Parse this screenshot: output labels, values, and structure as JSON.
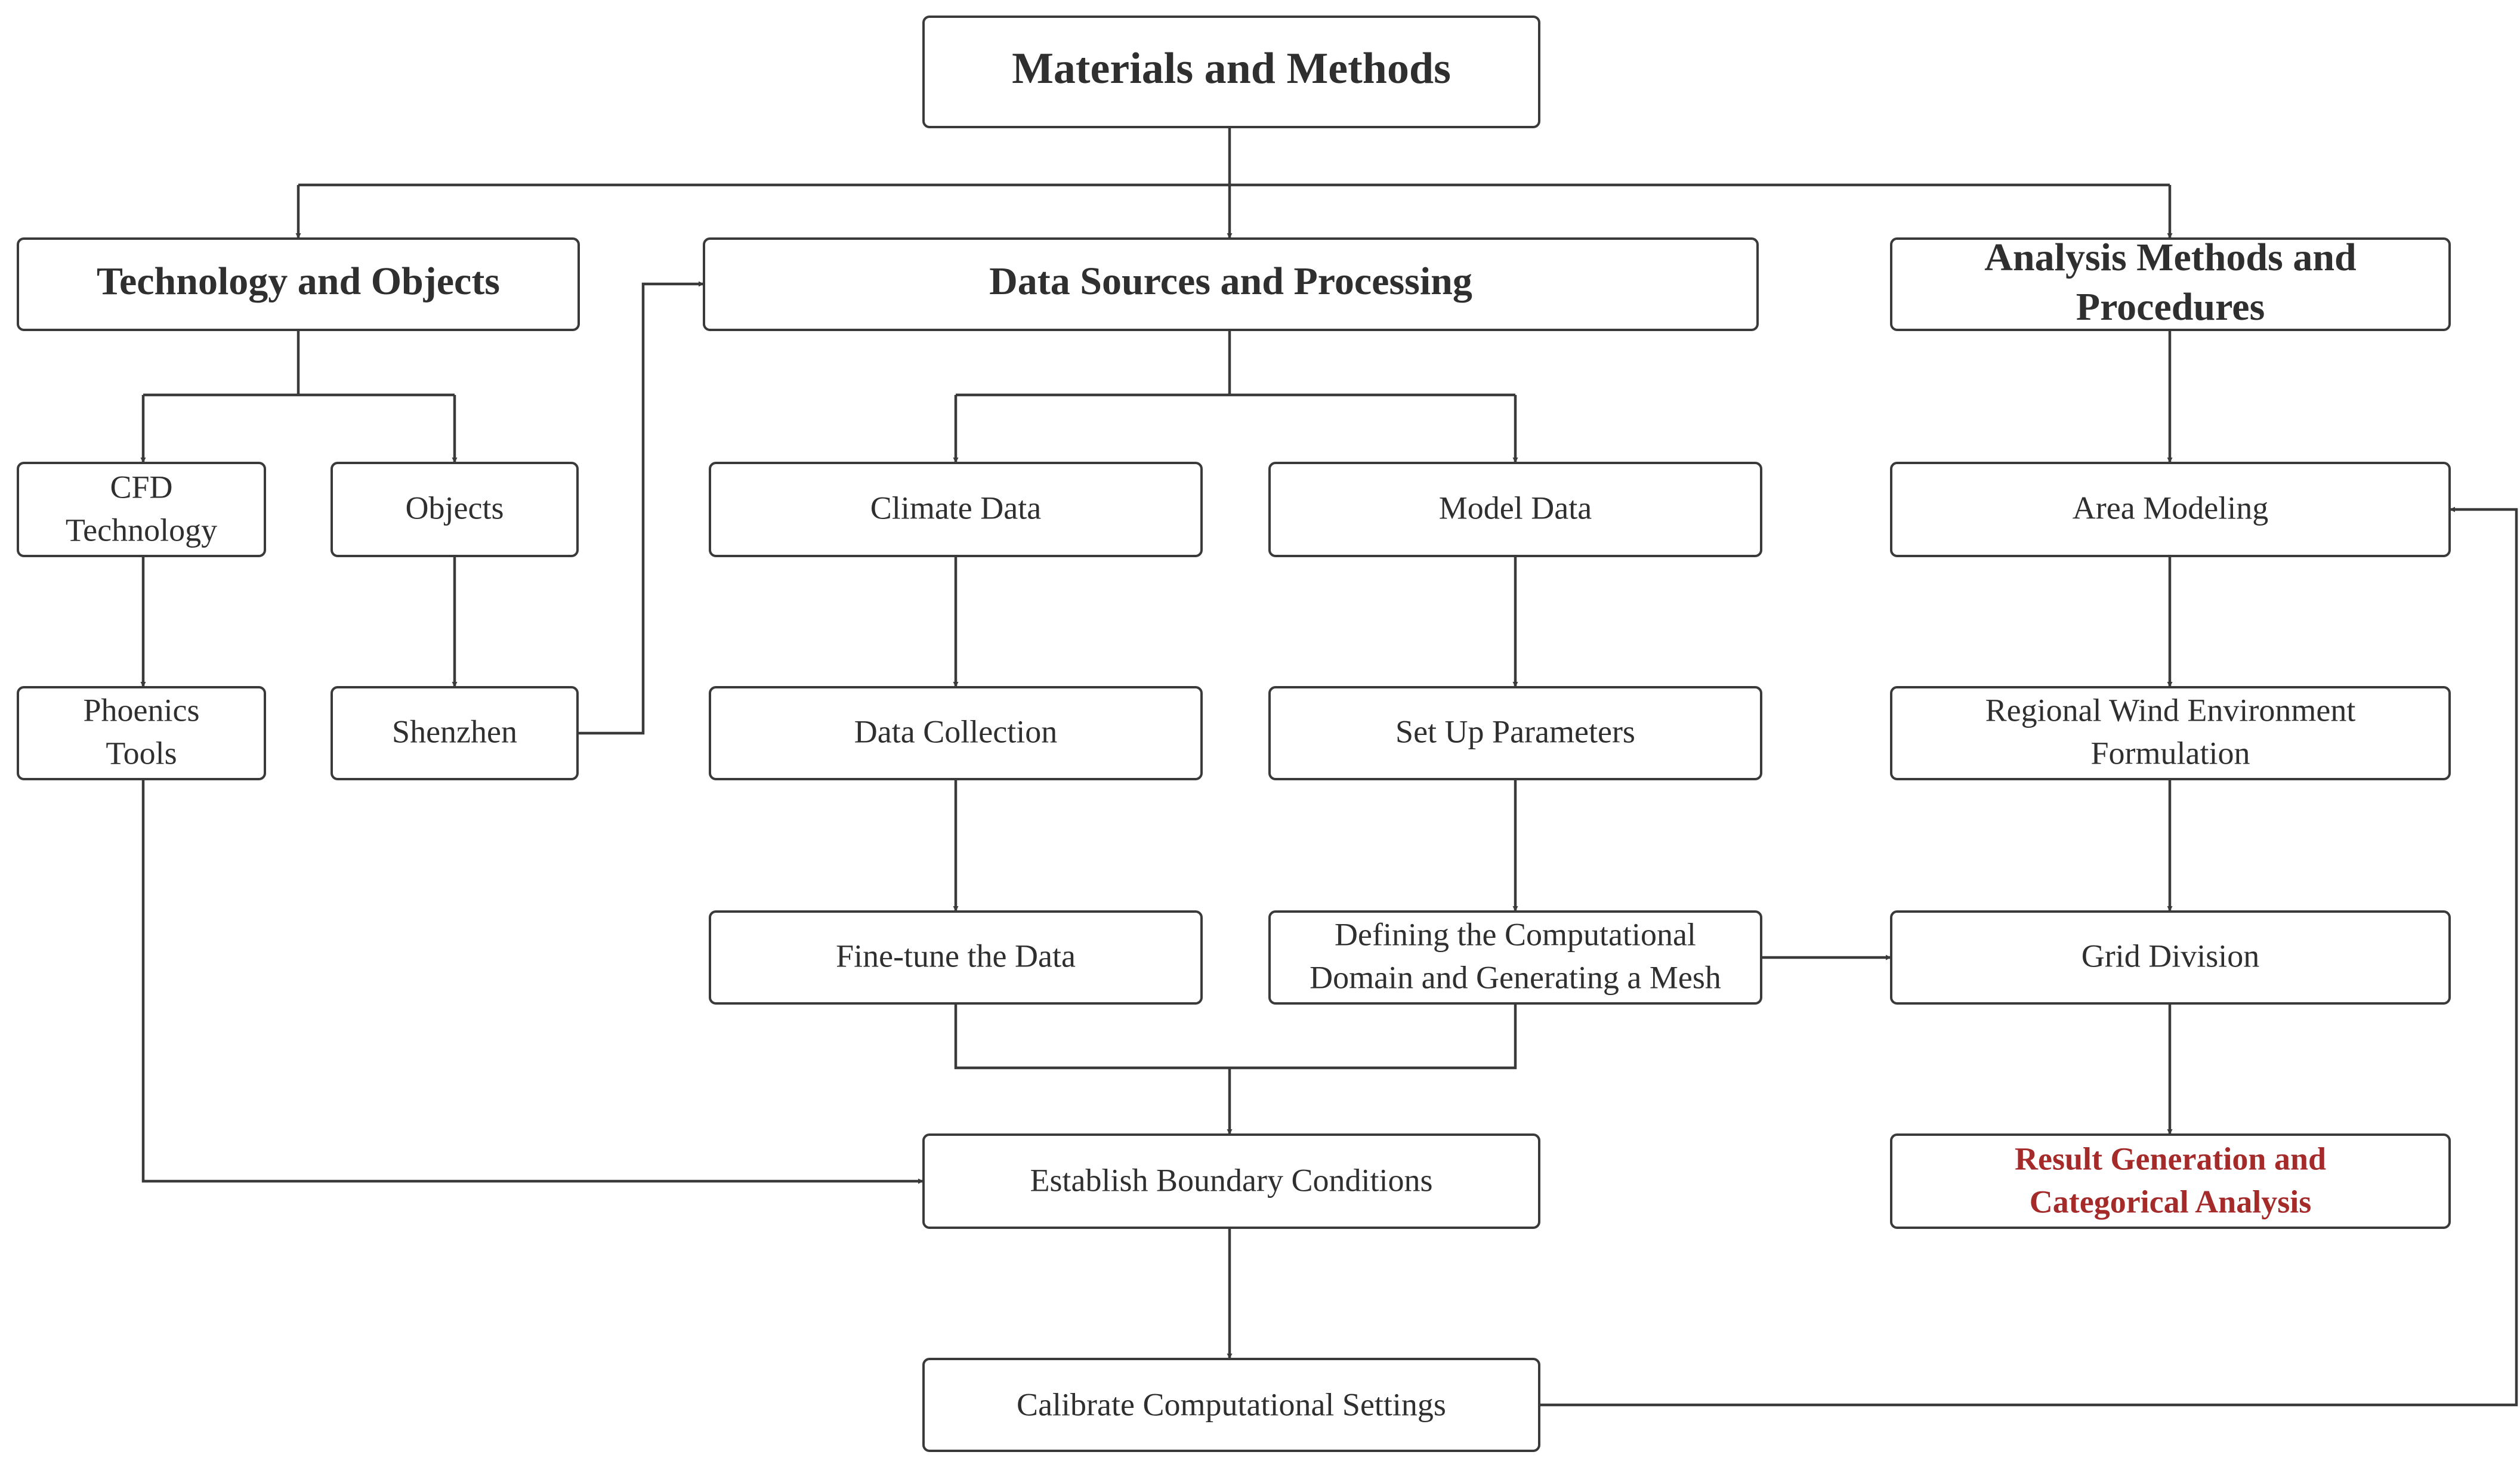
{
  "title": "Materials and Methods",
  "sections": {
    "technology": "Technology and Objects",
    "data": "Data Sources and Processing",
    "analysis": {
      "line1": "Analysis Methods and",
      "line2": "Procedures"
    }
  },
  "nodes": {
    "cfd": {
      "line1": "CFD",
      "line2": "Technology"
    },
    "objects": "Objects",
    "phoenics": {
      "line1": "Phoenics",
      "line2": "Tools"
    },
    "shenzhen": "Shenzhen",
    "climate_data": "Climate Data",
    "model_data": "Model Data",
    "data_collection": "Data Collection",
    "set_up_parameters": "Set Up Parameters",
    "fine_tune": "Fine-tune the Data",
    "defining_domain": {
      "line1": "Defining the Computational",
      "line2": "Domain and Generating a Mesh"
    },
    "area_modeling": "Area Modeling",
    "regional_wind": {
      "line1": "Regional Wind Environment",
      "line2": "Formulation"
    },
    "grid_division": "Grid Division",
    "result_generation": {
      "line1": "Result Generation and",
      "line2": "Categorical Analysis"
    },
    "boundary_conditions": "Establish Boundary Conditions",
    "calibrate_settings": "Calibrate Computational Settings"
  },
  "colors": {
    "stroke": "#3a3a3a",
    "text": "#2f2f2f",
    "highlight": "#a52a2a"
  }
}
